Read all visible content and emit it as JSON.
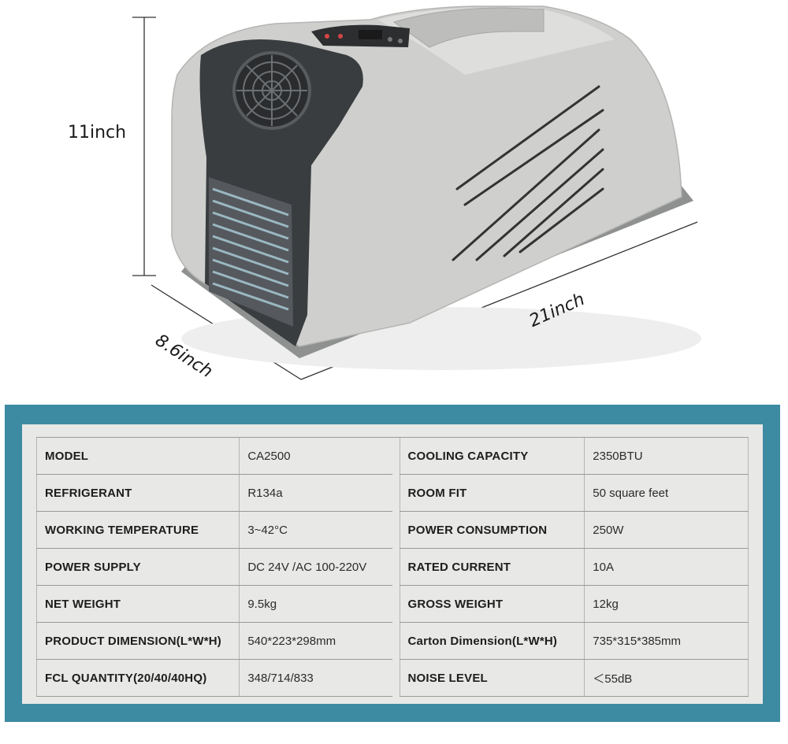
{
  "dimensions": {
    "height": "11inch",
    "depth": "8.6inch",
    "length": "21inch"
  },
  "colors": {
    "frame": "#3d8aa3",
    "panel": "#e8e8e6",
    "unit_body": "#c9c9c7",
    "unit_dark": "#3a3d40"
  },
  "specs": [
    {
      "left_label": "MODEL",
      "left_value": "CA2500",
      "right_label": "COOLING CAPACITY",
      "right_value": "2350BTU"
    },
    {
      "left_label": "REFRIGERANT",
      "left_value": "R134a",
      "right_label": "ROOM FIT",
      "right_value": "50 square feet"
    },
    {
      "left_label": "WORKING TEMPERATURE",
      "left_value": "3~42°C",
      "right_label": "POWER CONSUMPTION",
      "right_value": "250W"
    },
    {
      "left_label": "POWER SUPPLY",
      "left_value": "DC 24V /AC 100-220V",
      "right_label": "RATED CURRENT",
      "right_value": "10A"
    },
    {
      "left_label": "NET WEIGHT",
      "left_value": "9.5kg",
      "right_label": "GROSS WEIGHT",
      "right_value": "12kg"
    },
    {
      "left_label": "PRODUCT DIMENSION(L*W*H)",
      "left_value": "540*223*298mm",
      "right_label": "Carton Dimension(L*W*H)",
      "right_value": "735*315*385mm"
    },
    {
      "left_label": "FCL QUANTITY(20/40/40HQ)",
      "left_value": "348/714/833",
      "right_label": "NOISE LEVEL",
      "right_value": "＜55dB"
    }
  ]
}
